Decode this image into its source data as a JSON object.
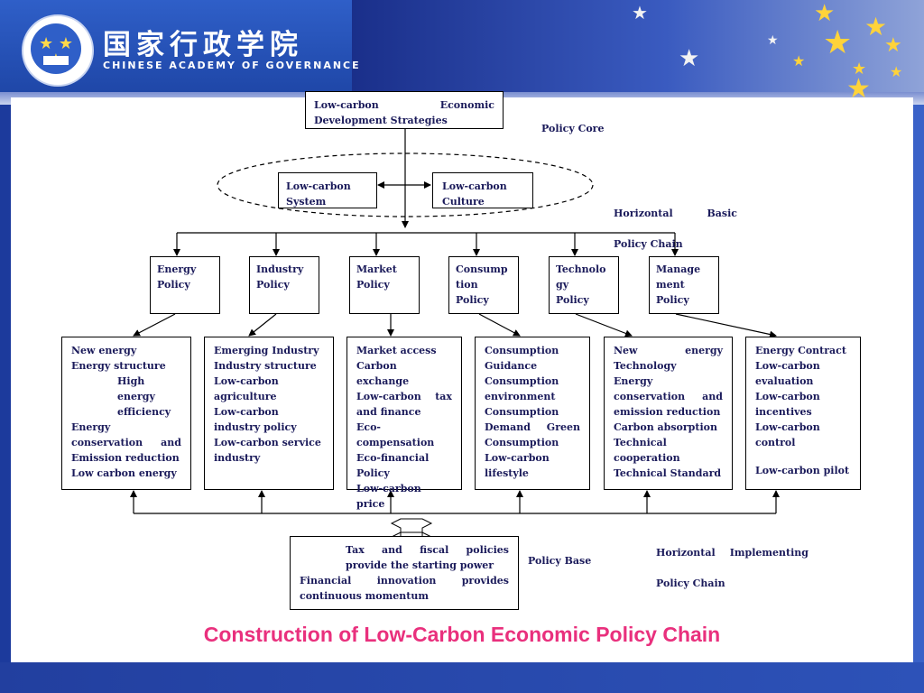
{
  "header": {
    "title_cn": "国家行政学院",
    "title_en": "CHINESE ACADEMY OF GOVERNANCE"
  },
  "diagram": {
    "top_box": [
      "Low-carbon Economic",
      "Development Strategies"
    ],
    "policy_core_label": "Policy Core",
    "system_box": "Low-carbon\nSystem",
    "culture_box": "Low-carbon\nCulture",
    "horizontal_basic_label": [
      "Horizontal Basic",
      "Policy Chain"
    ],
    "policies": [
      "Energy\nPolicy",
      "Industry\nPolicy",
      "Market\nPolicy",
      "Consump\ntion\nPolicy",
      "Technolo\ngy\nPolicy",
      "Manage\nment\nPolicy"
    ],
    "details": {
      "energy": [
        "New energy",
        "Energy structure",
        "High",
        "energy",
        "efficiency",
        "Energy",
        "conservation and",
        "Emission reduction",
        "Low carbon energy"
      ],
      "industry": [
        "Emerging Industry",
        "Industry structure",
        "Low-carbon",
        "agriculture",
        "Low-carbon",
        "industry policy",
        "Low-carbon service",
        "industry"
      ],
      "market": [
        "Market access",
        "Carbon",
        "exchange",
        "Low-carbon tax",
        "and finance",
        "Eco-",
        "compensation",
        "Eco-financial",
        "Policy",
        "Low-carbon",
        "price"
      ],
      "consumption": [
        "Consumption",
        "Guidance",
        "Consumption",
        "environment",
        "Consumption",
        "Demand Green",
        "Consumption",
        "Low-carbon",
        "lifestyle"
      ],
      "technology": [
        "New energy",
        "Technology",
        "Energy",
        "conservation and",
        "emission reduction",
        "Carbon absorption",
        "Technical",
        "cooperation",
        "Technical Standard"
      ],
      "management": [
        "Energy Contract",
        "Low-carbon",
        "evaluation",
        "Low-carbon",
        "incentives",
        "Low-carbon",
        "control",
        "Low-carbon pilot"
      ]
    },
    "base_box": [
      "Tax and fiscal policies",
      "provide the starting power",
      "Financial innovation provides",
      "continuous momentum"
    ],
    "policy_base_label": "Policy Base",
    "horizontal_impl_label": [
      "Horizontal Implementing",
      "Policy Chain"
    ]
  },
  "caption": "Construction of Low-Carbon Economic Policy Chain",
  "colors": {
    "caption": "#e9307d",
    "text": "#1a1a5a",
    "star": "#ffd33a"
  }
}
